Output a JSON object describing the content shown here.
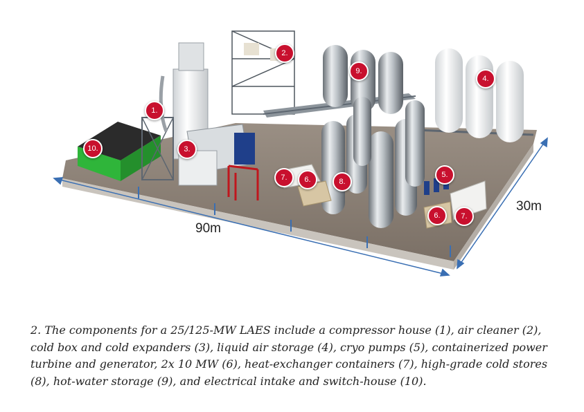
{
  "figure": {
    "markers": [
      {
        "id": "1",
        "label": "1."
      },
      {
        "id": "2",
        "label": "2."
      },
      {
        "id": "3",
        "label": "3."
      },
      {
        "id": "4",
        "label": "4."
      },
      {
        "id": "5",
        "label": "5."
      },
      {
        "id": "6a",
        "label": "6."
      },
      {
        "id": "6b",
        "label": "6."
      },
      {
        "id": "7a",
        "label": "7."
      },
      {
        "id": "7b",
        "label": "7."
      },
      {
        "id": "8",
        "label": "8."
      },
      {
        "id": "9",
        "label": "9."
      },
      {
        "id": "10",
        "label": "10."
      }
    ],
    "length_label": "90m",
    "width_label": "30m",
    "colors": {
      "marker": "#c8102e",
      "ground": "#8a7f74",
      "green_building": "#2fb53a"
    }
  },
  "caption": {
    "text": "2.  The components for a 25/125-MW LAES include a compressor house (1), air cleaner (2), cold box and cold expanders (3), liquid air storage (4), cryo pumps (5), containerized power turbine and generator, 2x 10 MW (6), heat-exchanger containers (7), high-grade cold stores (8), hot-water storage (9), and electrical intake and switch-house (10)."
  }
}
